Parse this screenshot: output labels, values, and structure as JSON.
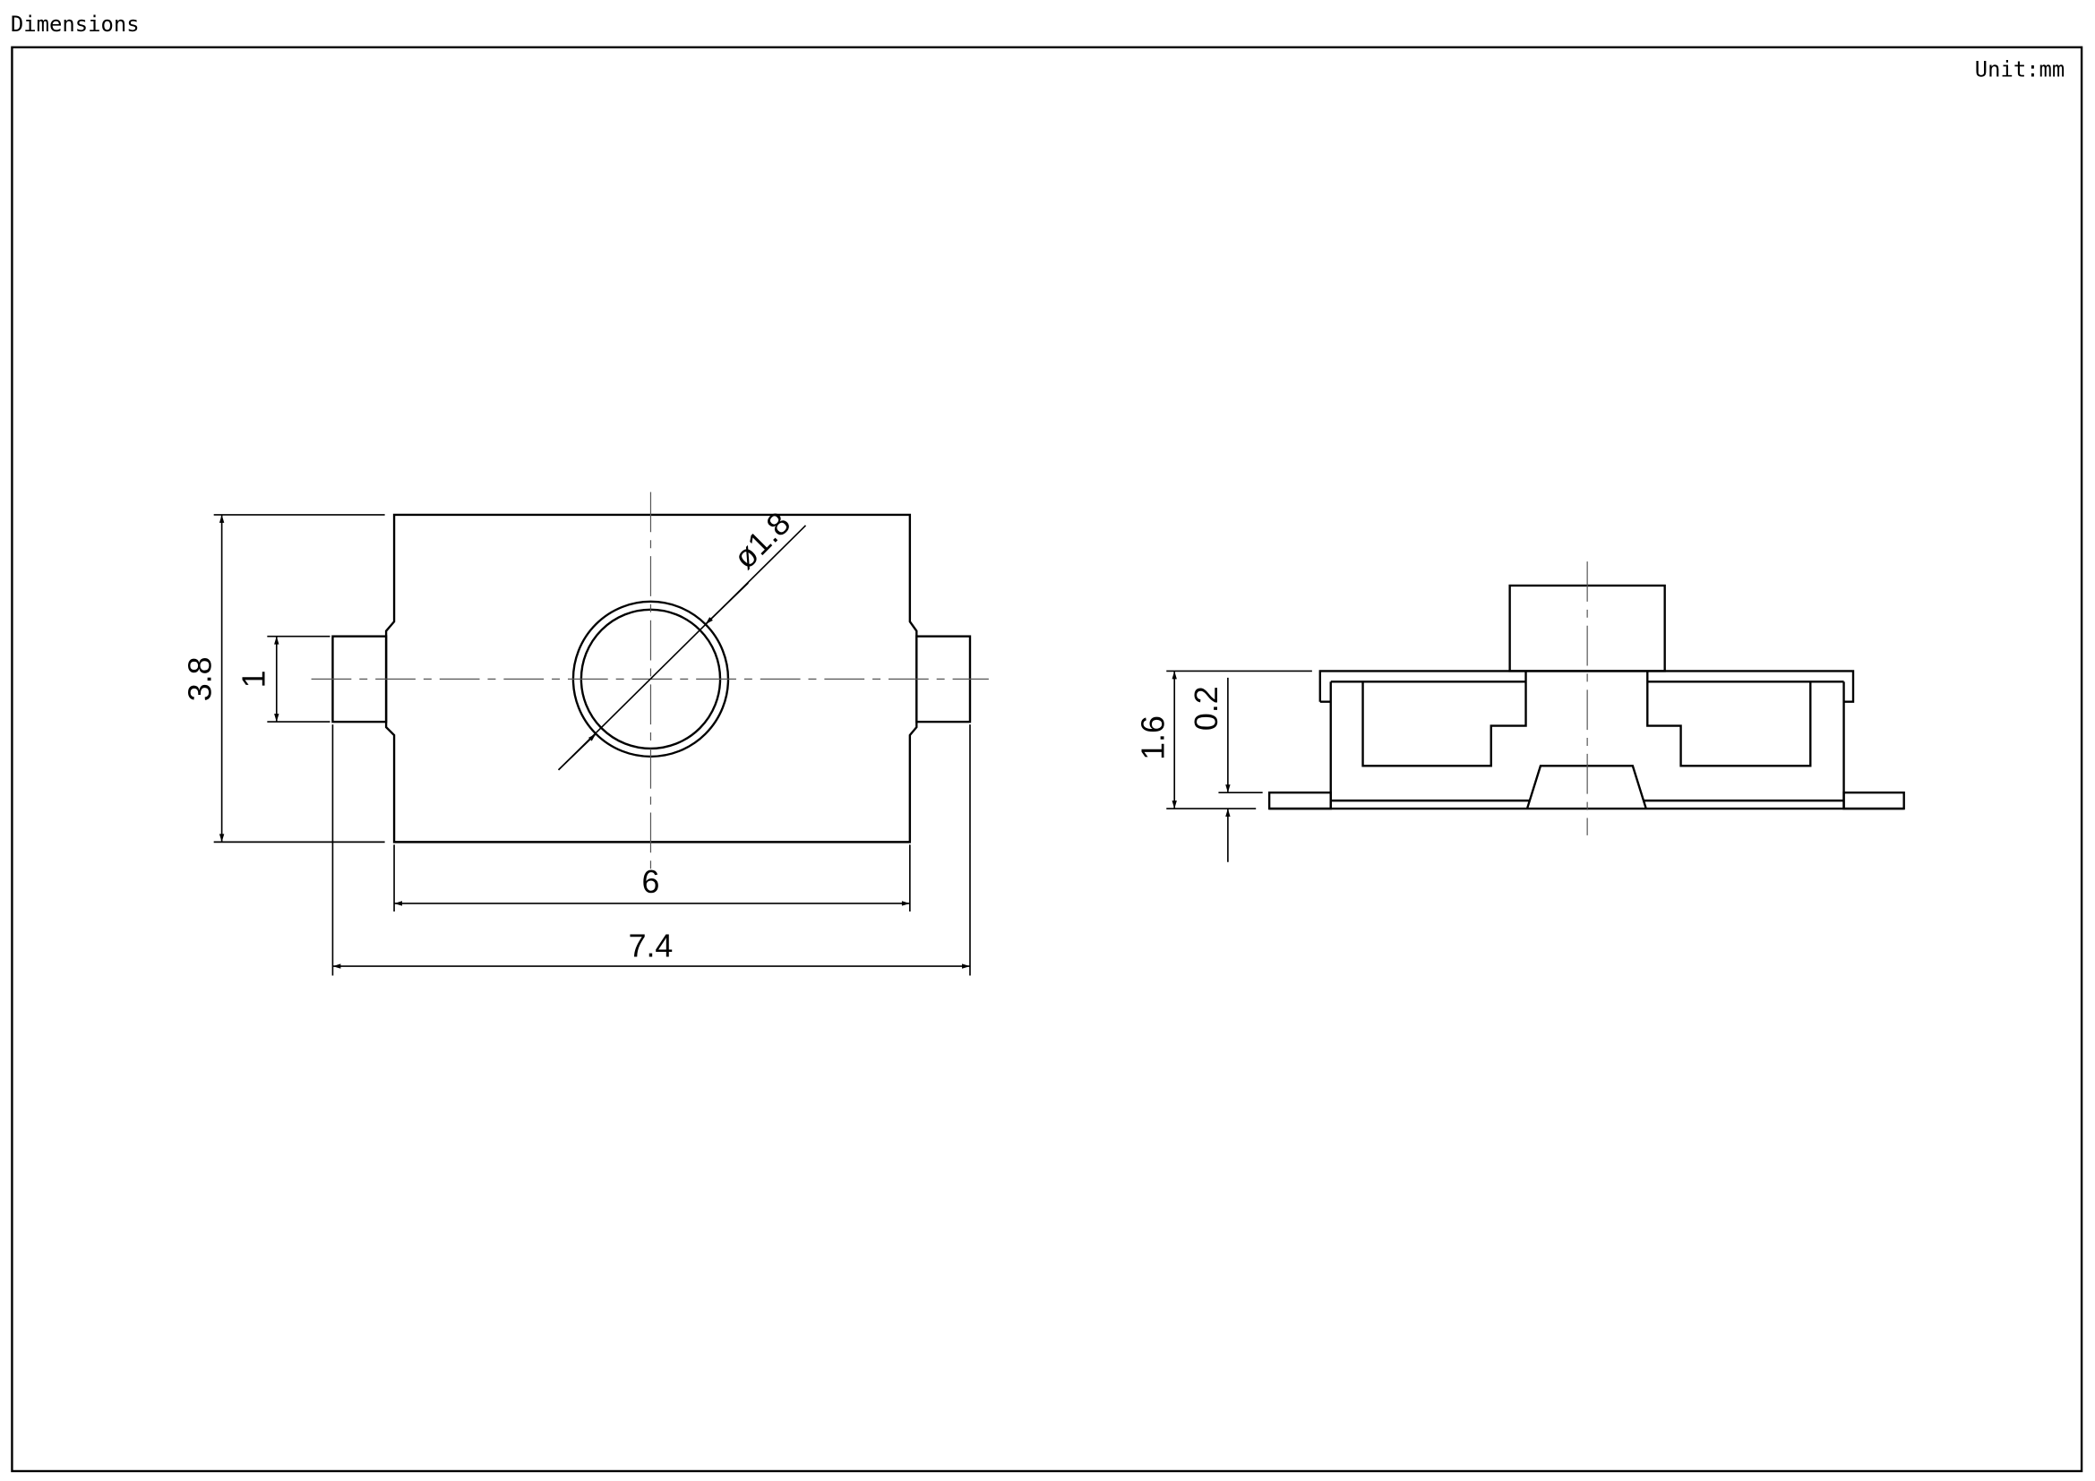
{
  "header": {
    "title": "Dimensions",
    "unit": "Unit:mm"
  },
  "top_view": {
    "dims": {
      "height": "3.8",
      "terminal_width": "1",
      "diameter": "ø1.8",
      "body_length": "6",
      "total_length": "7.4"
    }
  },
  "side_view": {
    "dims": {
      "height": "1.6",
      "terminal_thickness": "0.2"
    }
  },
  "colors": {
    "line": "#000000",
    "background": "#ffffff"
  }
}
